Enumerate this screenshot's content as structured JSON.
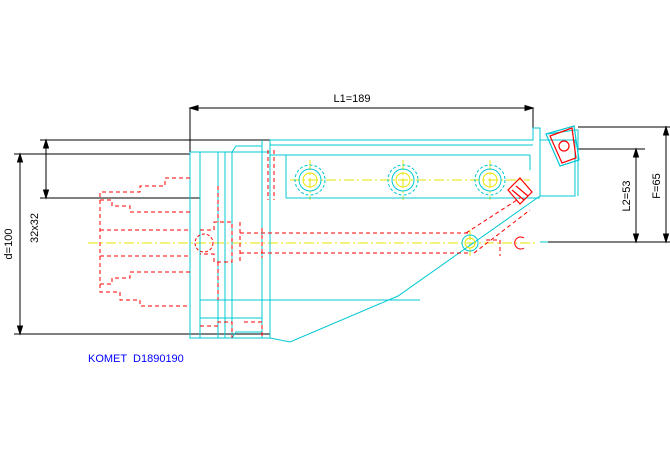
{
  "labels": {
    "l1": "L1=189",
    "l2": "L2=53",
    "f": "F=65",
    "d": "d=100",
    "shank": "32x32",
    "part": "KOMET  D1890190"
  },
  "colors": {
    "body": "#00c8d2",
    "hidden": "#ff0000",
    "center": "#e6e600",
    "dim": "#000000",
    "title": "#0000ff",
    "insert": "#ff0000"
  }
}
